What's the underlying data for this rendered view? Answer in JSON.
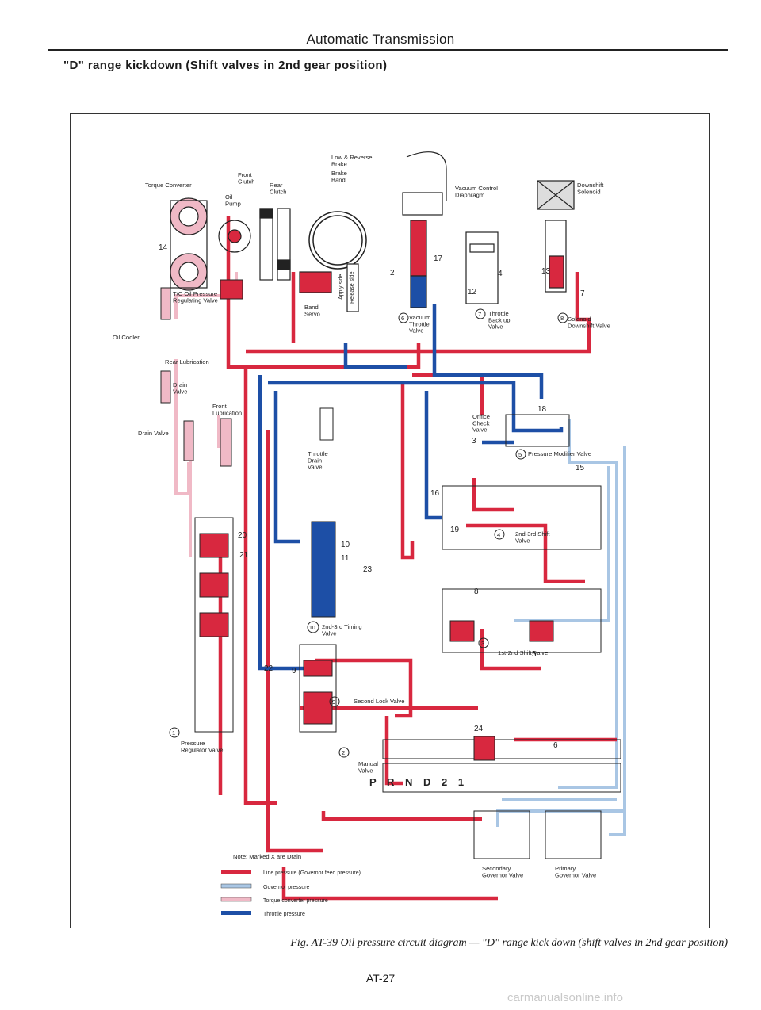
{
  "header": {
    "title": "Automatic Transmission"
  },
  "section_heading": "\"D\" range kickdown (Shift valves in 2nd gear position)",
  "colors": {
    "line": "#d8283f",
    "governor": "#a9c6e4",
    "torque": "#f0b9c6",
    "throttle": "#1d4fa6"
  },
  "diagram": {
    "labels": {
      "torque_converter": "Torque Converter",
      "front_clutch": "Front\nClutch",
      "rear_clutch": "Rear\nClutch",
      "oil_pump": "Oil\nPump",
      "low_reverse_brake": "Low & Reverse\nBrake",
      "brake_band": "Brake\nBand",
      "vacuum_control": "Vacuum Control\nDiaphragm",
      "downshift_solenoid": "Downshift\nSolenoid",
      "tc_oil_pressure": "T/C Oil Pressure\nRegulating Valve",
      "oil_cooler": "Oil Cooler",
      "rear_lubrication": "Rear Lubrication",
      "drain_valve_small": "Drain\nValve",
      "front_lubrication": "Front\nLubrication",
      "drain_valve": "Drain Valve",
      "band_servo": "Band\nServo",
      "apply_side": "Apply side",
      "release_side": "Release side",
      "vacuum_throttle": "Vacuum\nThrottle\nValve",
      "throttle_backup": "Throttle\nBack up\nValve",
      "solenoid_downshift": "Solenoid\nDownshift Valve",
      "throttle_drain": "Throttle\nDrain\nValve",
      "orifice_check": "Orifice\nCheck\nValve",
      "pressure_modifier": "Pressure Modifier Valve",
      "shift_23": "2nd-3rd Shift\nValve",
      "timing_23": "2nd-3rd Timing\nValve",
      "shift_12": "1st-2nd Shift Valve",
      "second_lock": "Second Lock Valve",
      "pressure_regulator": "Pressure\nRegulator Valve",
      "manual_valve": "Manual\nValve",
      "prnd": "P R N D 2 1",
      "secondary_governor": "Secondary\nGovernor Valve",
      "primary_governor": "Primary\nGovernor Valve"
    },
    "circled": {
      "n1": "1",
      "n2": "2",
      "n3": "3",
      "n4": "4",
      "n5": "5",
      "n6": "6",
      "n7": "7",
      "n8": "8",
      "n9": "9",
      "n10": "10"
    },
    "port_numbers": [
      "14",
      "2",
      "4",
      "7",
      "10",
      "12",
      "13",
      "15",
      "16",
      "17",
      "18",
      "19",
      "20",
      "21",
      "22",
      "23",
      "24",
      "3",
      "5",
      "6",
      "8",
      "9",
      "11"
    ],
    "note": "Note: Marked X are Drain",
    "legend": [
      {
        "label": "Line pressure (Governor feed pressure)",
        "color_key": "line"
      },
      {
        "label": "Governor pressure",
        "color_key": "governor"
      },
      {
        "label": "Torque converter pressure",
        "color_key": "torque"
      },
      {
        "label": "Throttle pressure",
        "color_key": "throttle"
      }
    ]
  },
  "caption": "Fig. AT-39 Oil pressure circuit diagram — \"D\" range kick down (shift valves in 2nd gear position)",
  "page_number": "AT-27",
  "watermark": "carmanualsonline.info"
}
